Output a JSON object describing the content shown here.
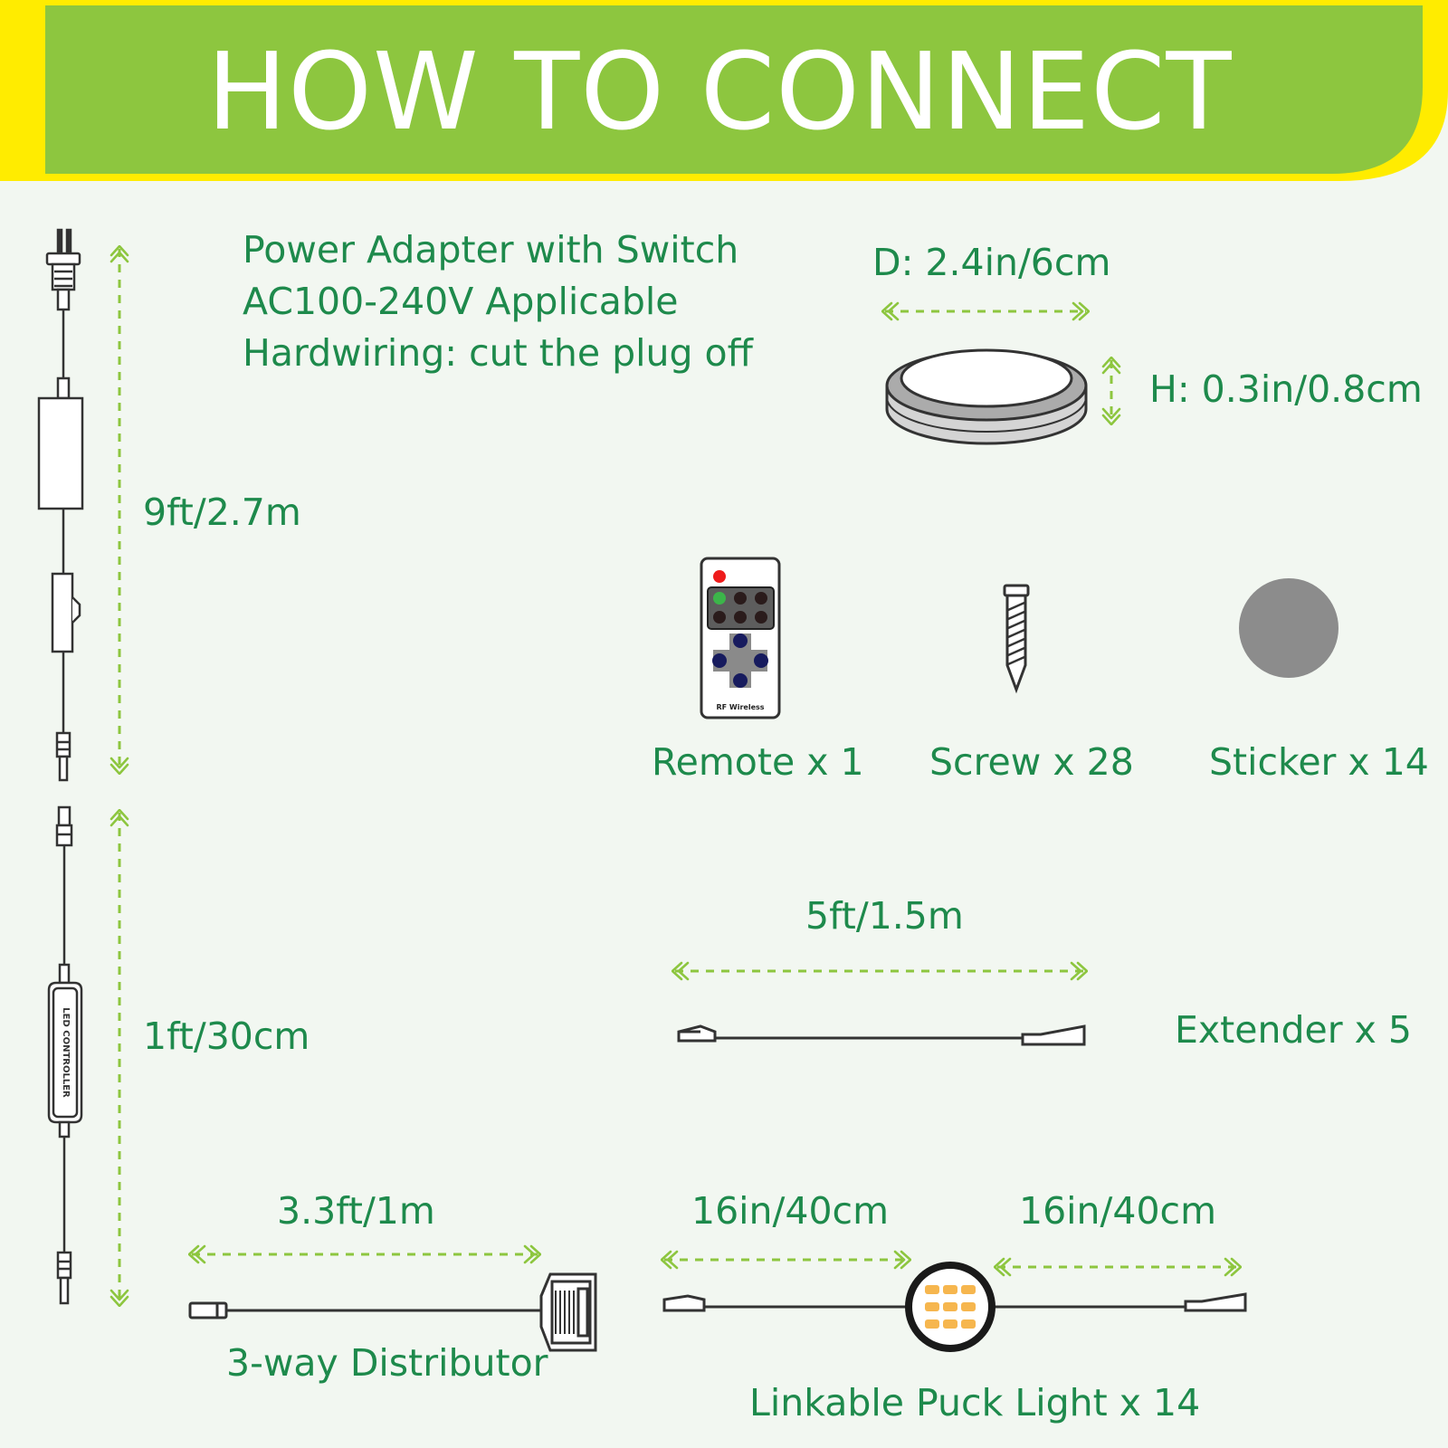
{
  "header": {
    "title": "HOW TO CONNECT"
  },
  "adapter": {
    "lines": [
      "Power Adapter with Switch",
      "AC100-240V Applicable",
      "Hardwiring: cut the plug off"
    ],
    "length_label": "9ft/2.7m"
  },
  "controller": {
    "length_label": "1ft/30cm",
    "device_label": "LED CONTROLLER"
  },
  "puck": {
    "diameter_label": "D: 2.4in/6cm",
    "height_label": "H: 0.3in/0.8cm"
  },
  "accessories": {
    "remote_label": "Remote x 1",
    "remote_brand": "RF Wireless",
    "screw_label": "Screw x 28",
    "sticker_label": "Sticker x 14"
  },
  "extender": {
    "length_label": "5ft/1.5m",
    "label": "Extender x 5"
  },
  "distributor": {
    "length_label": "3.3ft/1m",
    "label": "3-way Distributor"
  },
  "puck_light": {
    "left_length_label": "16in/40cm",
    "right_length_label": "16in/40cm",
    "label": "Linkable Puck Light x 14"
  },
  "colors": {
    "accent_green": "#8dc63f",
    "banner_yellow": "#ffec00",
    "text_green": "#1e8a4c",
    "background": "#f2f7f1",
    "line_dark": "#333333",
    "led_amber": "#f6b64e",
    "sticker_gray": "#8c8c8c"
  }
}
